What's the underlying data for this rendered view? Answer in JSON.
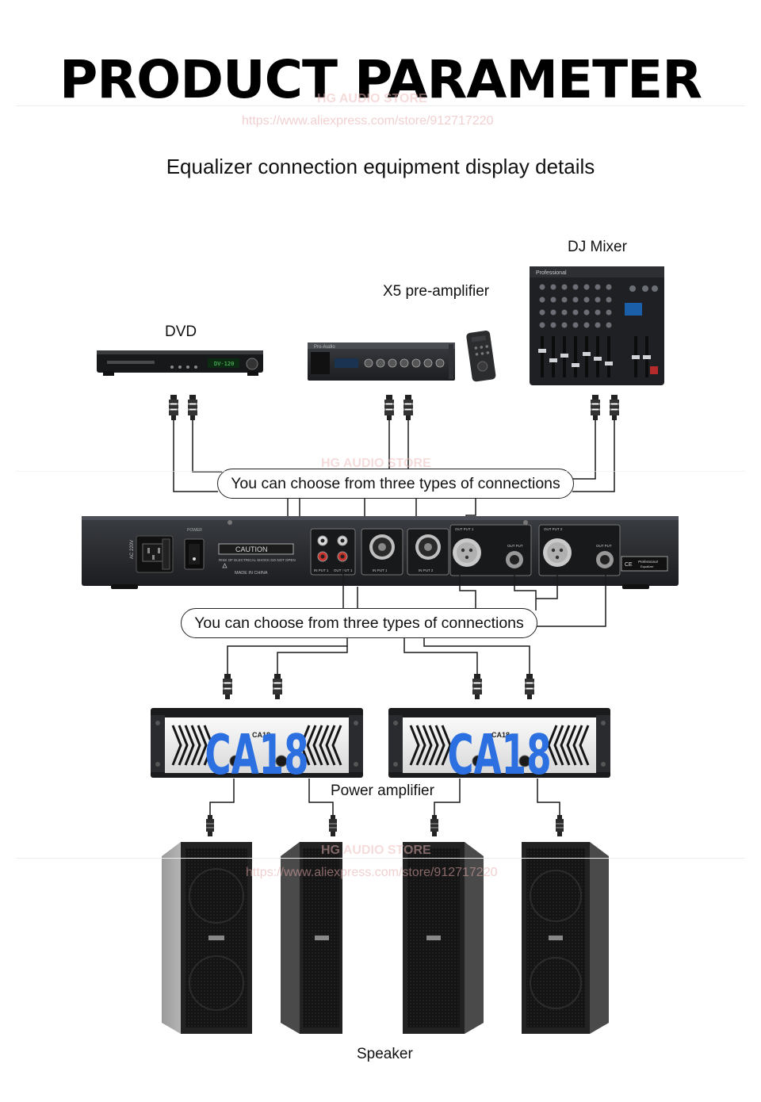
{
  "header": {
    "title": "PRODUCT PARAMETER",
    "subtitle": "Equalizer connection equipment display details"
  },
  "watermark": {
    "store": "HG AUDIO STORE",
    "url": "https://www.aliexpress.com/store/912717220"
  },
  "sources": {
    "dvd_label": "DVD",
    "preamp_label": "X5 pre-amplifier",
    "mixer_label": "DJ Mixer"
  },
  "connections": {
    "top_pill": "You can choose from three types of connections",
    "bottom_pill": "You can choose from three types of connections"
  },
  "equalizer_panel": {
    "voltage": "AC 220V",
    "power": "POWER",
    "caution_title": "CAUTION",
    "caution_text": "RISK OF ELECTRICAL SHOCK DO NOT OPEN",
    "made_in": "MADE IN CHINA",
    "in_put_1_rca": "IN PUT 1",
    "out_put_1_rca": "OUT PUT 1",
    "in_put_1": "IN PUT 1",
    "in_put_2": "IN PUT 2",
    "out_put_1_xlr": "OUT PUT 1",
    "out_put": "OUT PUT",
    "out_put_2_xlr": "OUT PUT 2",
    "out_put_b": "OUT PUT",
    "ce": "CE",
    "brand_line1": "Professional",
    "brand_line2": "Equalizer"
  },
  "amplifiers": {
    "model_left": "CA18",
    "model_right": "CA18",
    "model_small_left": "CA18",
    "model_small_right": "CA18",
    "label": "Power amplifier"
  },
  "speakers": {
    "label": "Speaker"
  },
  "devices": {
    "dvd_display": "DV-120",
    "preamp_brand": "Pro-Audio",
    "mixer_brand": "Professional"
  },
  "colors": {
    "amp_blue": "#2b6fe0",
    "panel_dark": "#2a2c30",
    "rca_red": "#c8322c",
    "wire": "#1a1a1a"
  }
}
